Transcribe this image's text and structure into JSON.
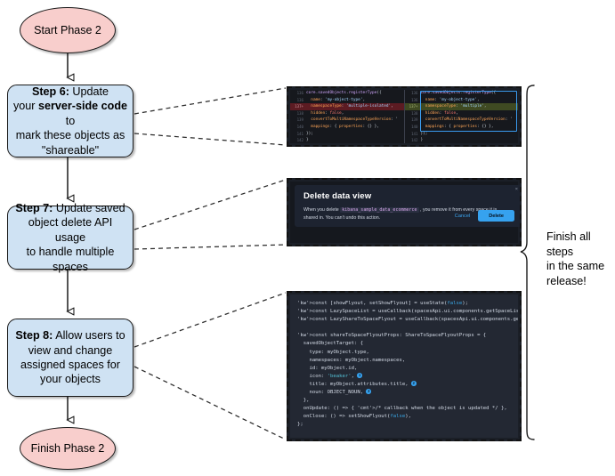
{
  "flow": {
    "start_node": {
      "label": "Start Phase 2"
    },
    "finish_node": {
      "label": "Finish Phase 2"
    },
    "steps": [
      {
        "id": "step6",
        "title": "Step 6:",
        "line1_rest": " Update",
        "line2_a": "your ",
        "line2_bold": "server-side code",
        "line2_b": " to",
        "line3": "mark these objects as",
        "line4": "\"shareable\""
      },
      {
        "id": "step7",
        "title": "Step 7:",
        "line1_rest": " Update saved",
        "line2": "object delete API usage",
        "line3": "to handle multiple spaces"
      },
      {
        "id": "step8",
        "title": "Step 8:",
        "line1_rest": " Allow users to",
        "line2": "view and change",
        "line3": "assigned spaces for",
        "line4": "your objects"
      }
    ]
  },
  "brace_note": {
    "line1": "Finish all steps",
    "line2": "in the same",
    "line3": "release!"
  },
  "callouts": {
    "diff": {
      "left_pane": [
        {
          "num": "136",
          "text": "core.savedObjects.registerType({",
          "kind": "ctx"
        },
        {
          "num": "136",
          "text": "  name: 'my-object-type',",
          "kind": "ctx"
        },
        {
          "num": "137",
          "text": "  namespaceType: 'multiple-isolated',",
          "kind": "del"
        },
        {
          "num": "138",
          "text": "  hidden: false,",
          "kind": "ctx"
        },
        {
          "num": "139",
          "text": "  convertToMultiNamespaceTypeVersion: '",
          "kind": "ctx"
        },
        {
          "num": "140",
          "text": "  mappings: { properties: {} },",
          "kind": "ctx"
        },
        {
          "num": "141",
          "text": "});",
          "kind": "ctx"
        },
        {
          "num": "142",
          "text": "}",
          "kind": "ctx"
        }
      ],
      "right_pane": [
        {
          "num": "136",
          "text": "core.savedObjects.registerType({",
          "kind": "ctx"
        },
        {
          "num": "136",
          "text": "  name: 'my-object-type',",
          "kind": "ctx"
        },
        {
          "num": "137",
          "text": "  namespaceType: 'multiple',",
          "kind": "add"
        },
        {
          "num": "138",
          "text": "  hidden: false,",
          "kind": "ctx"
        },
        {
          "num": "139",
          "text": "  convertToMultiNamespaceTypeVersion: '",
          "kind": "ctx"
        },
        {
          "num": "140",
          "text": "  mappings: { properties: {} },",
          "kind": "ctx"
        },
        {
          "num": "141",
          "text": "});",
          "kind": "ctx"
        },
        {
          "num": "142",
          "text": "}",
          "kind": "ctx"
        }
      ]
    },
    "modal": {
      "title": "Delete data view",
      "body_before": "When you delete ",
      "body_code": "kibana_sample_data_ecommerce",
      "body_after": " , you remove it from every space it is shared in. You can't undo this action.",
      "close_label": "×",
      "cancel_label": "Cancel",
      "delete_label": "Delete"
    },
    "code": {
      "lines": [
        "const [showFlyout, setShowFlyout] = useState(false);",
        "const LazySpaceList = useCallback(spacesApi.ui.components.getSpaceLis",
        "const LazyShareToSpaceFlyout = useCallback(spacesApi.ui.components.ge",
        "",
        "const shareToSpaceFlyoutProps: ShareToSpaceFlyoutProps = {",
        "  savedObjectTarget: {",
        "    type: myObject.type,",
        "    namespaces: myObject.namespaces,",
        "    id: myObject.id,",
        "    icon: 'beaker',",
        "    title: myObject.attributes.title,",
        "    noun: OBJECT_NOUN,",
        "  },",
        "  onUpdate: () => { /* callback when the object is updated */ },",
        "  onClose: () => setShowFlyout(false),",
        "};"
      ],
      "badges": [
        "1",
        "2",
        "3"
      ]
    }
  },
  "colors": {
    "process_fill": "#cfe2f3",
    "terminator_fill": "#f8cecc",
    "stroke": "#1a1a1a",
    "accent_blue": "#36a2ef"
  }
}
